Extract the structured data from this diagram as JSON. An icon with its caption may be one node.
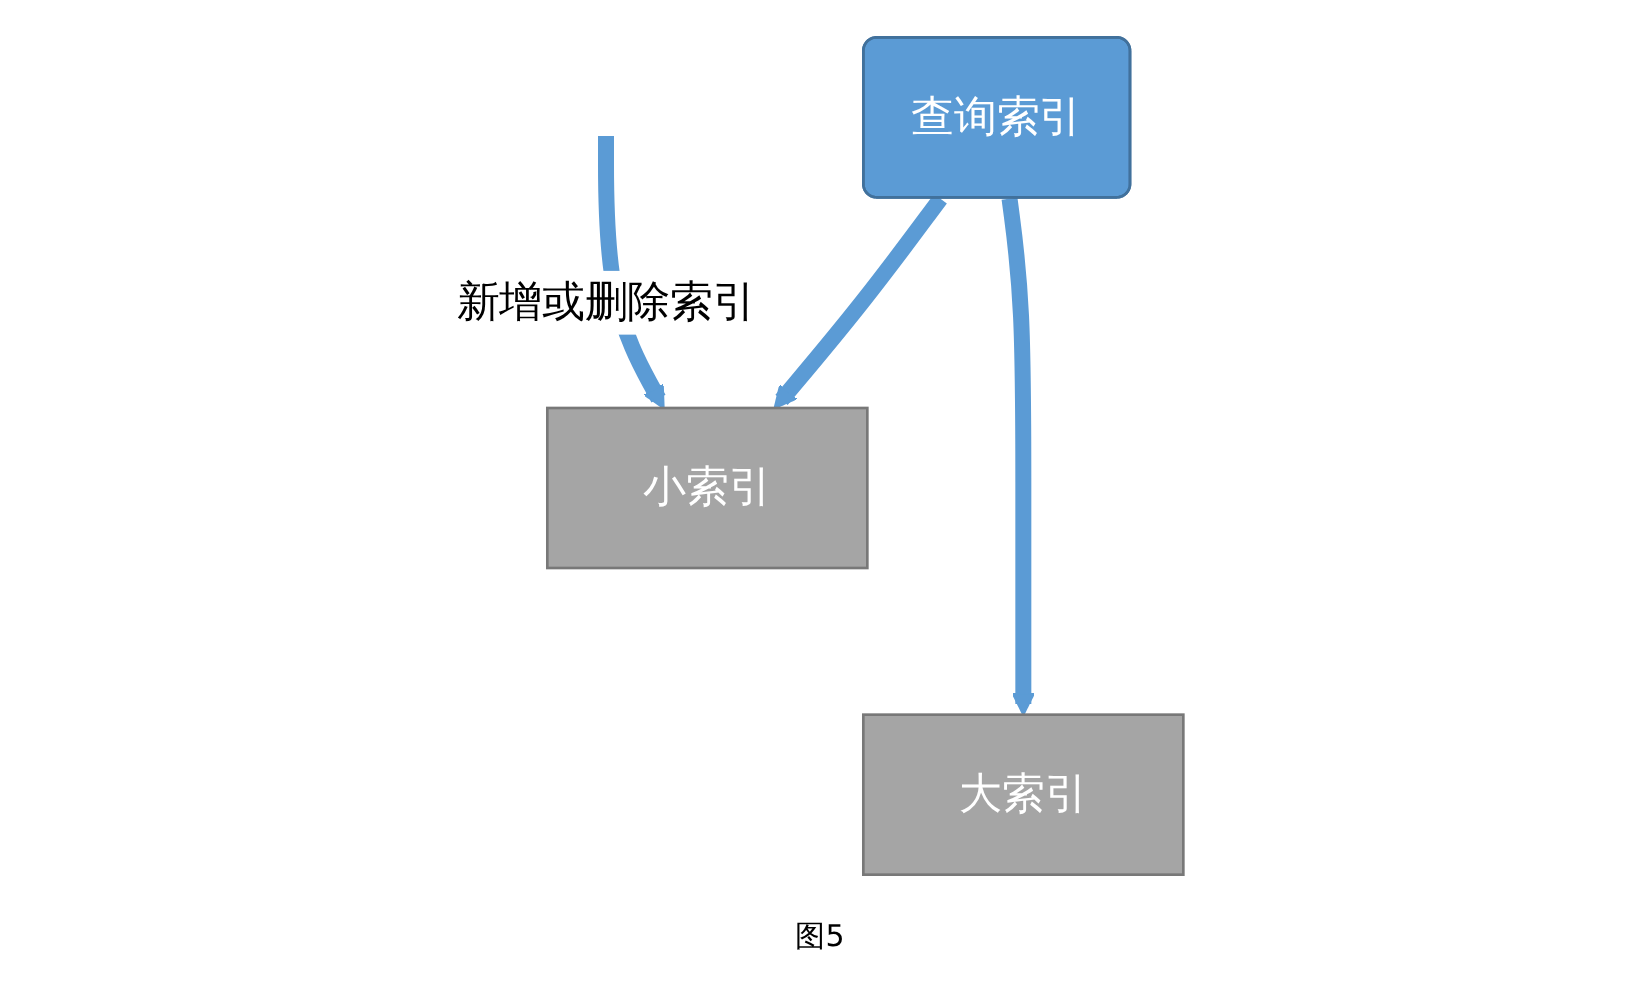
{
  "diagram": {
    "caption": "图5",
    "nodes": [
      {
        "text": [
          "查询索引"
        ]
      },
      {
        "text": [
          "小索引"
        ]
      },
      {
        "text": [
          "大索引"
        ]
      }
    ],
    "edges": [
      {
        "from": 0,
        "to": 1,
        "arrow": "to"
      },
      {
        "from": 0,
        "to": 2,
        "arrow": "to"
      },
      {
        "from": null,
        "to": 1,
        "arrow": "to",
        "label": "新增或删除索引"
      }
    ]
  }
}
